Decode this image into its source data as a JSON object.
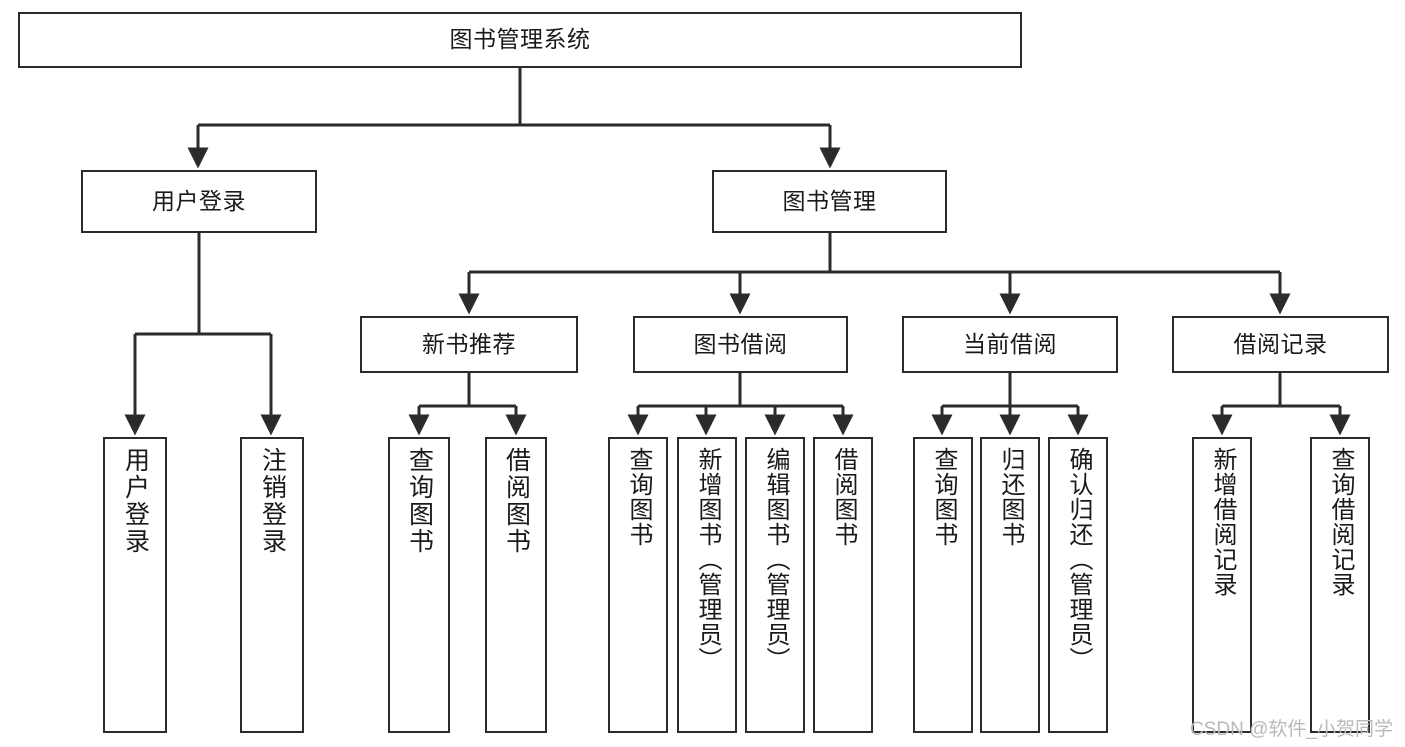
{
  "diagram": {
    "title": "图书管理系统",
    "type": "tree",
    "watermark": "CSDN @软件_小贺同学",
    "colors": {
      "box_stroke": "#2b2b2b",
      "box_fill": "#ffffff",
      "connector": "#2b2b2b",
      "text": "#1a1a1a",
      "watermark": "#b9b9b9",
      "background": "#ffffff"
    },
    "root": {
      "label": "图书管理系统"
    },
    "level1": [
      {
        "label": "用户登录"
      },
      {
        "label": "图书管理"
      }
    ],
    "level2": [
      {
        "label": "新书推荐"
      },
      {
        "label": "图书借阅"
      },
      {
        "label": "当前借阅"
      },
      {
        "label": "借阅记录"
      }
    ],
    "leaves": {
      "user_login": [
        {
          "label": "用户登录"
        },
        {
          "label": "注销登录"
        }
      ],
      "new_book_recommend": [
        {
          "label": "查询图书"
        },
        {
          "label": "借阅图书"
        }
      ],
      "book_borrow": [
        {
          "label": "查询图书"
        },
        {
          "label": "新增图书（管理员）"
        },
        {
          "label": "编辑图书（管理员）"
        },
        {
          "label": "借阅图书"
        }
      ],
      "current_borrow": [
        {
          "label": "查询图书"
        },
        {
          "label": "归还图书"
        },
        {
          "label": "确认归还（管理员）"
        }
      ],
      "borrow_record": [
        {
          "label": "新增借阅记录"
        },
        {
          "label": "查询借阅记录"
        }
      ]
    }
  }
}
